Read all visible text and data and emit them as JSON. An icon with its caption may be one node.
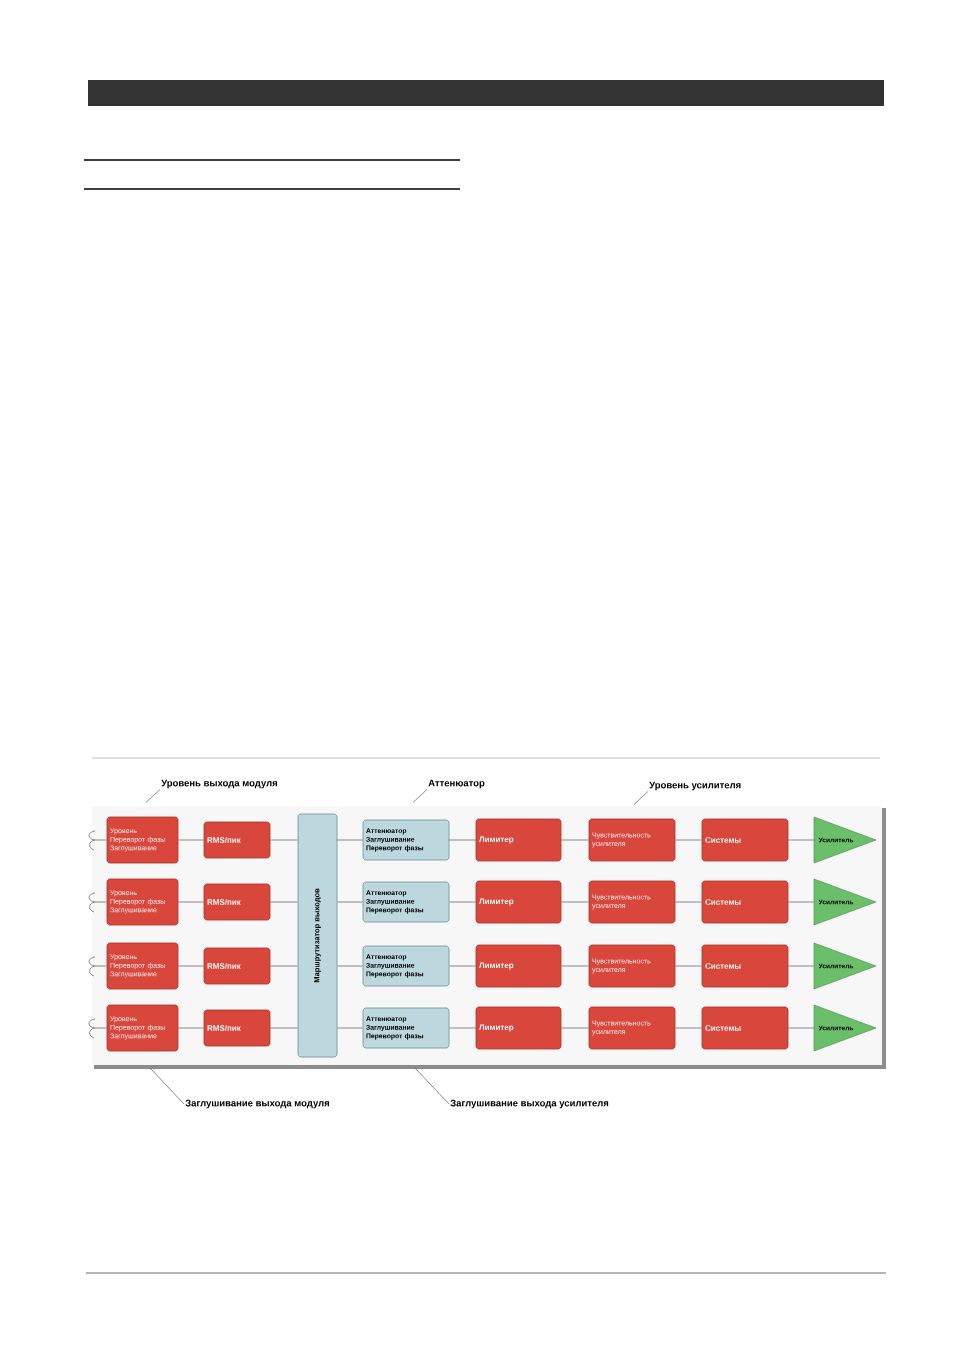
{
  "diagram": {
    "nodes": [
      {
        "text": [
          "Уровень выхода модуля"
        ]
      },
      {
        "text": [
          "Аттенюатор"
        ]
      },
      {
        "text": [
          "Уровень усилителя"
        ]
      },
      {
        "text": [
          "Уровень",
          "Переворот фазы",
          "Заглушивание"
        ]
      },
      {
        "text": [
          "RMS/пик"
        ]
      },
      {
        "text": [
          "Маршрутизатор выходов"
        ]
      },
      {
        "text": [
          "Аттенюатор",
          "Заглушивание",
          "Переворот фазы"
        ]
      },
      {
        "text": [
          "Лимитер"
        ]
      },
      {
        "text": [
          "Чувствительность усилителя"
        ]
      },
      {
        "text": [
          "Системы"
        ]
      },
      {
        "text": [
          "Усилитель"
        ]
      },
      {
        "text": [
          "Уровень",
          "Переворот фазы",
          "Заглушивание"
        ]
      },
      {
        "text": [
          "RMS/пик"
        ]
      },
      {
        "text": [
          "Аттенюатор",
          "Заглушивание",
          "Переворот фазы"
        ]
      },
      {
        "text": [
          "Лимитер"
        ]
      },
      {
        "text": [
          "Чувствительность усилителя"
        ]
      },
      {
        "text": [
          "Системы"
        ]
      },
      {
        "text": [
          "Усилитель"
        ]
      },
      {
        "text": [
          "Уровень",
          "Переворот фазы",
          "Заглушивание"
        ]
      },
      {
        "text": [
          "RMS/пик"
        ]
      },
      {
        "text": [
          "Аттенюатор",
          "Заглушивание",
          "Переворот фазы"
        ]
      },
      {
        "text": [
          "Лимитер"
        ]
      },
      {
        "text": [
          "Чувствительность усилителя"
        ]
      },
      {
        "text": [
          "Системы"
        ]
      },
      {
        "text": [
          "Усилитель"
        ]
      },
      {
        "text": [
          "Уровень",
          "Переворот фазы",
          "Заглушивание"
        ]
      },
      {
        "text": [
          "RMS/пик"
        ]
      },
      {
        "text": [
          "Аттенюатор",
          "Заглушивание",
          "Переворот фазы"
        ]
      },
      {
        "text": [
          "Лимитер"
        ]
      },
      {
        "text": [
          "Чувствительность усилителя"
        ]
      },
      {
        "text": [
          "Системы"
        ]
      },
      {
        "text": [
          "Усилитель"
        ]
      },
      {
        "text": [
          "Заглушивание выхода модуля"
        ]
      },
      {
        "text": [
          "Заглушивание выхода усилителя"
        ]
      }
    ],
    "edges": [
      {
        "from": 0,
        "to": null,
        "arrow": "none"
      },
      {
        "from": 1,
        "to": null,
        "arrow": "none"
      },
      {
        "from": 2,
        "to": null,
        "arrow": "none"
      },
      {
        "from": null,
        "to": 3,
        "arrow": "none"
      },
      {
        "from": 3,
        "to": 4,
        "arrow": "none"
      },
      {
        "from": 4,
        "to": 5,
        "arrow": "none"
      },
      {
        "from": 5,
        "to": 6,
        "arrow": "none"
      },
      {
        "from": 6,
        "to": 7,
        "arrow": "none"
      },
      {
        "from": 7,
        "to": 8,
        "arrow": "none"
      },
      {
        "from": 8,
        "to": 9,
        "arrow": "none"
      },
      {
        "from": 9,
        "to": 10,
        "arrow": "none"
      },
      {
        "from": null,
        "to": 11,
        "arrow": "none"
      },
      {
        "from": 11,
        "to": 12,
        "arrow": "none"
      },
      {
        "from": 12,
        "to": 5,
        "arrow": "none"
      },
      {
        "from": 5,
        "to": 13,
        "arrow": "none"
      },
      {
        "from": 13,
        "to": 14,
        "arrow": "none"
      },
      {
        "from": 14,
        "to": 15,
        "arrow": "none"
      },
      {
        "from": 15,
        "to": 16,
        "arrow": "none"
      },
      {
        "from": 16,
        "to": 17,
        "arrow": "none"
      },
      {
        "from": null,
        "to": 18,
        "arrow": "none"
      },
      {
        "from": 18,
        "to": 19,
        "arrow": "none"
      },
      {
        "from": 19,
        "to": 5,
        "arrow": "none"
      },
      {
        "from": 5,
        "to": 20,
        "arrow": "none"
      },
      {
        "from": 20,
        "to": 21,
        "arrow": "none"
      },
      {
        "from": 21,
        "to": 22,
        "arrow": "none"
      },
      {
        "from": 22,
        "to": 23,
        "arrow": "none"
      },
      {
        "from": 23,
        "to": 24,
        "arrow": "none"
      },
      {
        "from": null,
        "to": 25,
        "arrow": "none"
      },
      {
        "from": 25,
        "to": 26,
        "arrow": "none"
      },
      {
        "from": 26,
        "to": 5,
        "arrow": "none"
      },
      {
        "from": 5,
        "to": 27,
        "arrow": "none"
      },
      {
        "from": 27,
        "to": 28,
        "arrow": "none"
      },
      {
        "from": 28,
        "to": 29,
        "arrow": "none"
      },
      {
        "from": 29,
        "to": 30,
        "arrow": "none"
      },
      {
        "from": 30,
        "to": 31,
        "arrow": "none"
      },
      {
        "from": 32,
        "to": null,
        "arrow": "none"
      },
      {
        "from": 33,
        "to": null,
        "arrow": "none"
      }
    ]
  }
}
